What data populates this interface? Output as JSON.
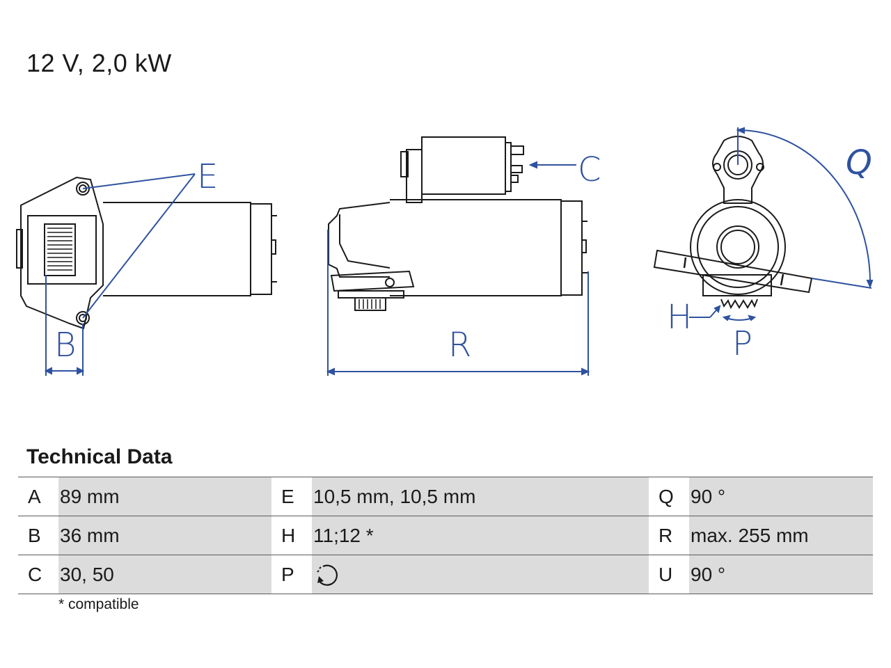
{
  "header": {
    "title": "12 V, 2,0 kW"
  },
  "drawing": {
    "labels": {
      "E": "E",
      "C": "C",
      "Q": "Q",
      "B": "B",
      "R": "R",
      "H": "H",
      "P": "P"
    },
    "colors": {
      "line": "#1a1a1a",
      "dimension": "#2f52a0"
    }
  },
  "technical": {
    "heading": "Technical Data",
    "rows": [
      {
        "k1": "A",
        "v1": "89 mm",
        "k2": "E",
        "v2": "10,5 mm, 10,5 mm",
        "k3": "Q",
        "v3": "90 °"
      },
      {
        "k1": "B",
        "v1": "36 mm",
        "k2": "H",
        "v2": "11;12 *",
        "k3": "R",
        "v3": "max. 255 mm"
      },
      {
        "k1": "C",
        "v1": "30, 50",
        "k2": "P",
        "v2_icon": "clockwise-rotation-icon",
        "k3": "U",
        "v3": "90 °"
      }
    ],
    "footnote": "* compatible"
  }
}
